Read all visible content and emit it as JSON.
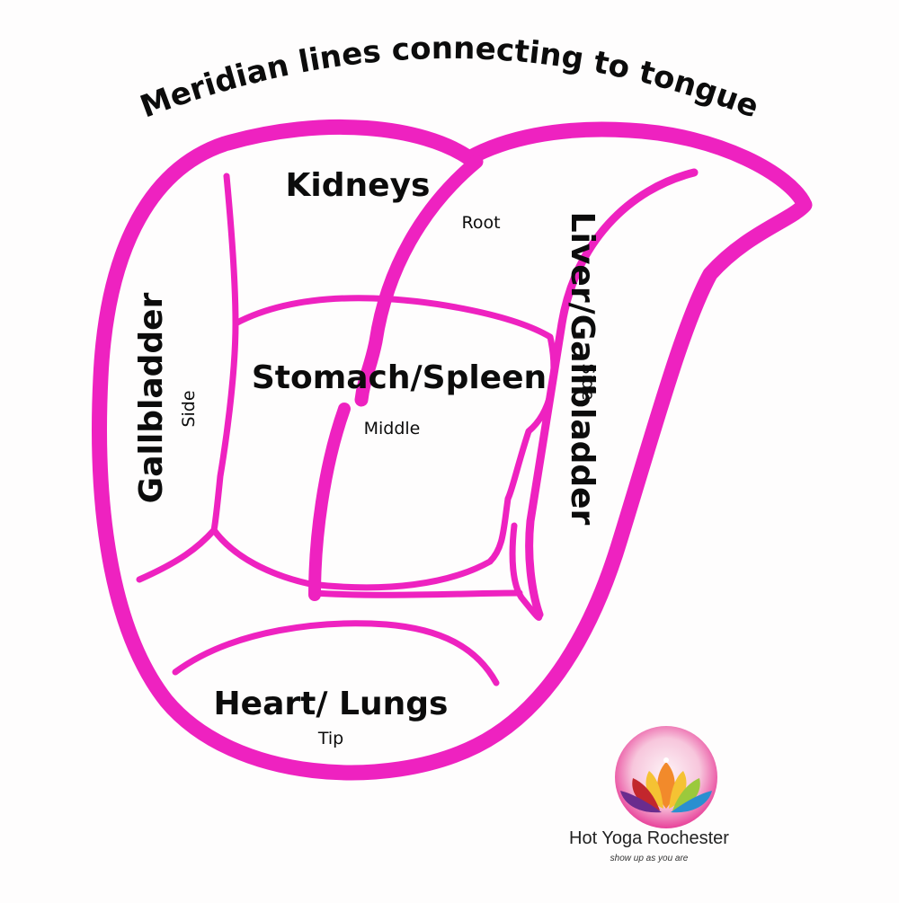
{
  "title": "Meridian lines connecting to tongue",
  "regions": {
    "kidneys": {
      "label": "Kidneys",
      "sublabel": "Root"
    },
    "stomach": {
      "label": "Stomach/Spleen",
      "sublabel": "Middle"
    },
    "heart": {
      "label": "Heart/ Lungs",
      "sublabel": "Tip"
    },
    "gallbladder_left": {
      "label": "Gallbladder",
      "sublabel": "Side"
    },
    "liver_right": {
      "label": "Liver/Gallbladder",
      "sublabel": "Side"
    }
  },
  "logo": {
    "name": "Hot Yoga Rochester",
    "tagline": "show up as you are"
  },
  "colors": {
    "tongue_line": "#ee22c0",
    "text": "#0c0c0c",
    "logo_outer": "#ea4f9c",
    "logo_inner": "#fbe5ee"
  }
}
